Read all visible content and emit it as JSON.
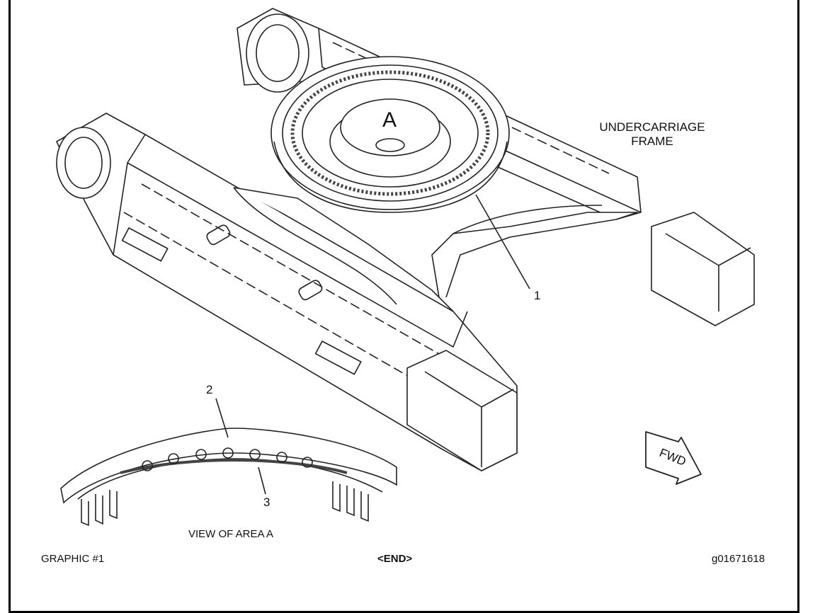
{
  "labels": {
    "area_marker": "A",
    "undercarriage_line1": "UNDERCARRIAGE",
    "undercarriage_line2": "FRAME",
    "callout_1": "1",
    "callout_2": "2",
    "callout_3": "3",
    "forward_arrow": "FWD",
    "view_caption": "VIEW OF AREA A"
  },
  "footer": {
    "left": "GRAPHIC  #1",
    "center": "<END>",
    "right": "g01671618"
  }
}
